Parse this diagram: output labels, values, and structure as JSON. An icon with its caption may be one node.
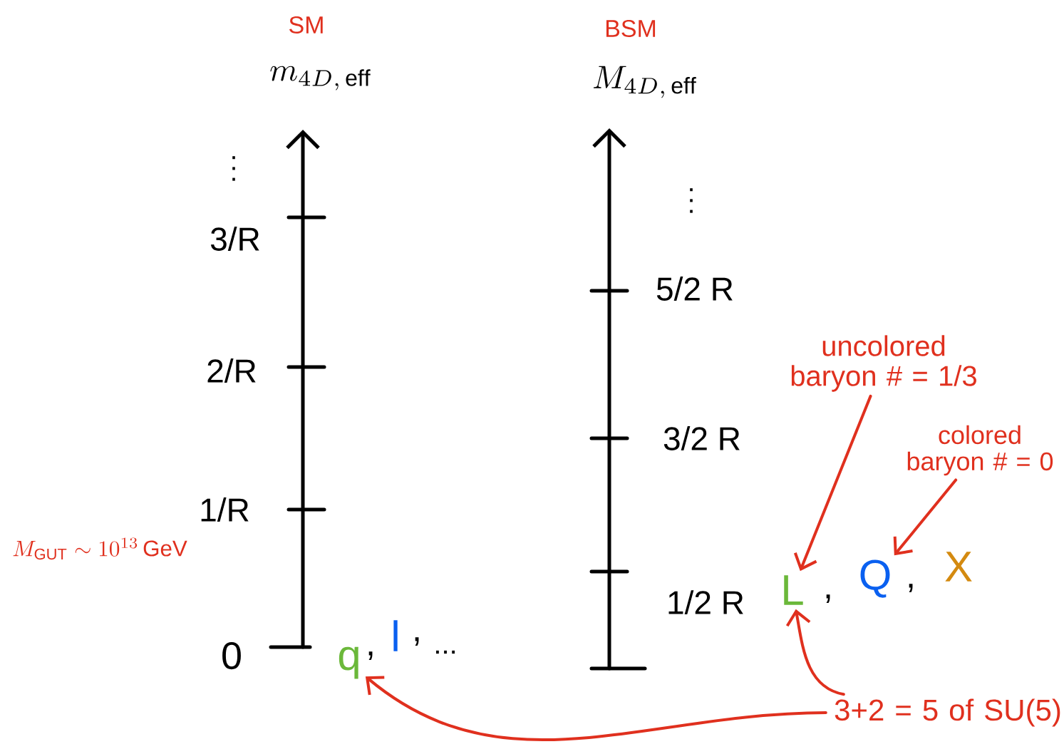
{
  "diagram": {
    "nodes": [
      {
        "text": [
          "q"
        ]
      },
      {
        "text": [
          "l"
        ]
      },
      {
        "text": [
          "L"
        ]
      },
      {
        "text": [
          "Q"
        ]
      },
      {
        "text": [
          "X"
        ]
      },
      {
        "text": [
          "uncolored baryon # = 1/3"
        ]
      },
      {
        "text": [
          "colored baryon # = 0"
        ]
      },
      {
        "text": [
          "3+2 = 5 of SU(5)"
        ]
      }
    ],
    "edges": [
      {
        "from": 5,
        "to": 2,
        "arrow": "to"
      },
      {
        "from": 6,
        "to": 3,
        "arrow": "to"
      },
      {
        "from": 7,
        "to": 2,
        "arrow": "to"
      },
      {
        "from": 7,
        "to": 0,
        "arrow": "to"
      }
    ],
    "labels": [
      "SM",
      "m_{4D,\\,\\mathrm{eff}}",
      "\\vdots",
      "3/R",
      "2/R",
      "1/R",
      "0",
      "M_{\\mathrm{GUT}} \\sim 10^{13}\\,\\mathrm{GeV}",
      ",",
      ",",
      "...",
      "BSM",
      "M_{4D,\\,\\mathrm{eff}}",
      "\\vdots",
      "5/2 R",
      "3/2 R",
      "1/2 R",
      ",",
      ","
    ]
  }
}
